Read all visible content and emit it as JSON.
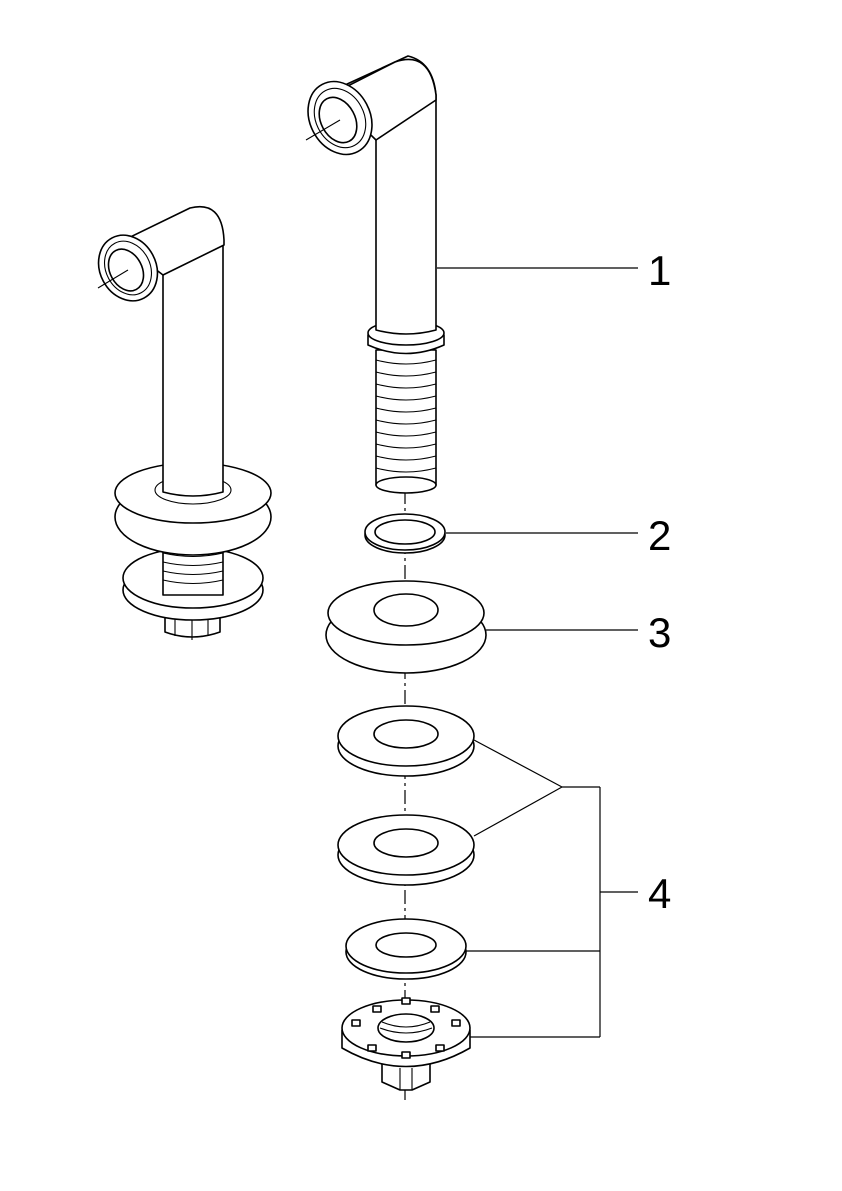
{
  "diagram": {
    "callouts": [
      {
        "id": "1",
        "label": "1"
      },
      {
        "id": "2",
        "label": "2"
      },
      {
        "id": "3",
        "label": "3"
      },
      {
        "id": "4",
        "label": "4"
      }
    ],
    "line_color": "#000000",
    "background": "#ffffff"
  }
}
